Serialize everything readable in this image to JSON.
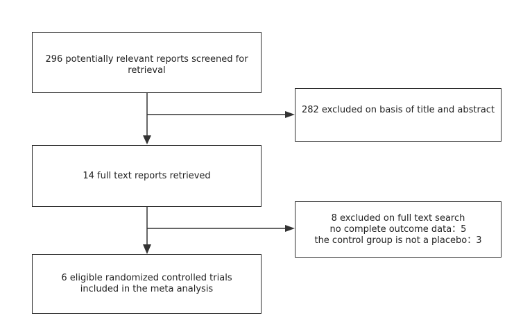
{
  "boxes": {
    "screened": "296 potentially relevant reports screened for retrieval",
    "excluded_title": "282 excluded on basis of title and abstract",
    "fulltext": "14 full text reports retrieved",
    "excluded_full": {
      "line1": "8 excluded on full text search",
      "line2": "no complete outcome data：5",
      "line3": "the control group is not a placebo：3"
    },
    "eligible": {
      "line1": "6 eligible randomized controlled trials",
      "line2": "included in the meta analysis"
    }
  },
  "colors": {
    "line": "#333333",
    "border": "#2b2b2b",
    "background": "#ffffff"
  }
}
